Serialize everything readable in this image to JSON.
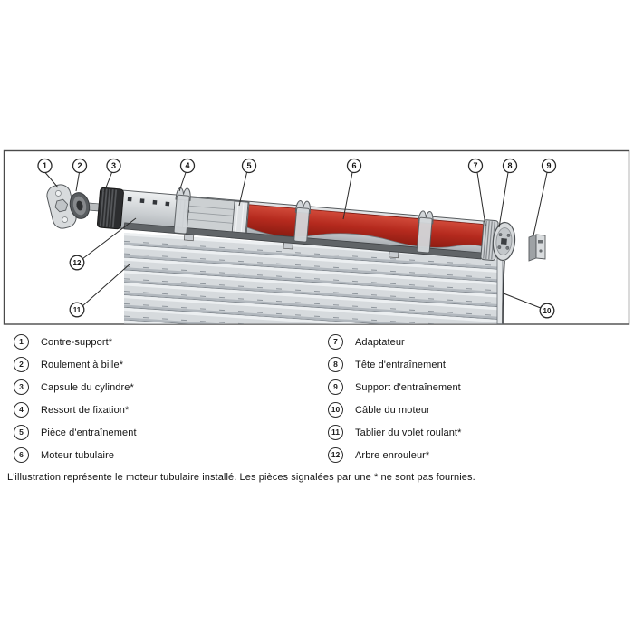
{
  "colors": {
    "motor_red": "#b52a1e",
    "tube_gray": "#c6cacd",
    "slat_gray": "#d6dadd",
    "capsule_dark": "#2c2d2f",
    "band_dark": "#606467",
    "outline": "#54585b"
  },
  "diagram": {
    "callouts": [
      {
        "n": "1"
      },
      {
        "n": "2"
      },
      {
        "n": "3"
      },
      {
        "n": "4"
      },
      {
        "n": "5"
      },
      {
        "n": "6"
      },
      {
        "n": "7"
      },
      {
        "n": "8"
      },
      {
        "n": "9"
      },
      {
        "n": "10"
      },
      {
        "n": "11"
      },
      {
        "n": "12"
      }
    ]
  },
  "legend": {
    "left": [
      {
        "num": "1",
        "label": "Contre-support*"
      },
      {
        "num": "2",
        "label": "Roulement à bille*"
      },
      {
        "num": "3",
        "label": "Capsule du cylindre*"
      },
      {
        "num": "4",
        "label": "Ressort de fixation*"
      },
      {
        "num": "5",
        "label": "Pièce d'entraînement"
      },
      {
        "num": "6",
        "label": "Moteur tubulaire"
      }
    ],
    "right": [
      {
        "num": "7",
        "label": "Adaptateur"
      },
      {
        "num": "8",
        "label": "Tête d'entraînement"
      },
      {
        "num": "9",
        "label": "Support d'entraînement"
      },
      {
        "num": "10",
        "label": "Câble du moteur"
      },
      {
        "num": "11",
        "label": "Tablier du volet roulant*"
      },
      {
        "num": "12",
        "label": "Arbre enrouleur*"
      }
    ]
  },
  "note": "L'illustration représente le moteur tubulaire installé. Les pièces signalées par une * ne sont pas fournies."
}
